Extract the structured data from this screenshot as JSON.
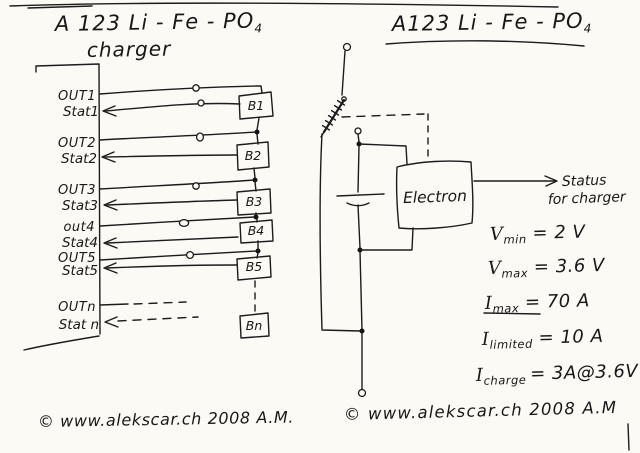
{
  "colors": {
    "ink": "#1c1c1c",
    "paper": "#fbfaf5"
  },
  "left": {
    "title": "A 123 Li - Fe - PO",
    "title_sub": "4",
    "subtitle": "charger",
    "channels": [
      {
        "out": "OUT1",
        "stat": "Stat1",
        "battery": "B1"
      },
      {
        "out": "OUT2",
        "stat": "Stat2",
        "battery": "B2"
      },
      {
        "out": "OUT3",
        "stat": "Stat3",
        "battery": "B3"
      },
      {
        "out": "out4",
        "stat": "Stat4",
        "battery": "B4"
      },
      {
        "out": "OUT5",
        "stat": "Stat5",
        "battery": "B5"
      },
      {
        "out": "OUTn",
        "stat": "Stat n",
        "battery": "Bn"
      }
    ],
    "copyright": "© www.alekscar.ch 2008 A.M."
  },
  "right": {
    "title": "A123 Li - Fe - PO",
    "title_sub": "4",
    "module": "Electron",
    "status_line1": "Status",
    "status_line2": "for charger",
    "specs": [
      {
        "sym": "V",
        "sub": "min",
        "rest": "= 2 V"
      },
      {
        "sym": "V",
        "sub": "max",
        "rest": "= 3.6 V"
      },
      {
        "sym": "I",
        "sub": "max",
        "rest": "= 70 A"
      },
      {
        "sym": "I",
        "sub": "limited",
        "rest": "=  10 A"
      },
      {
        "sym": "I",
        "sub": "charge",
        "rest": "= 3A@3.6V"
      }
    ],
    "copyright": "© www.alekscar.ch 2008 A.M"
  }
}
